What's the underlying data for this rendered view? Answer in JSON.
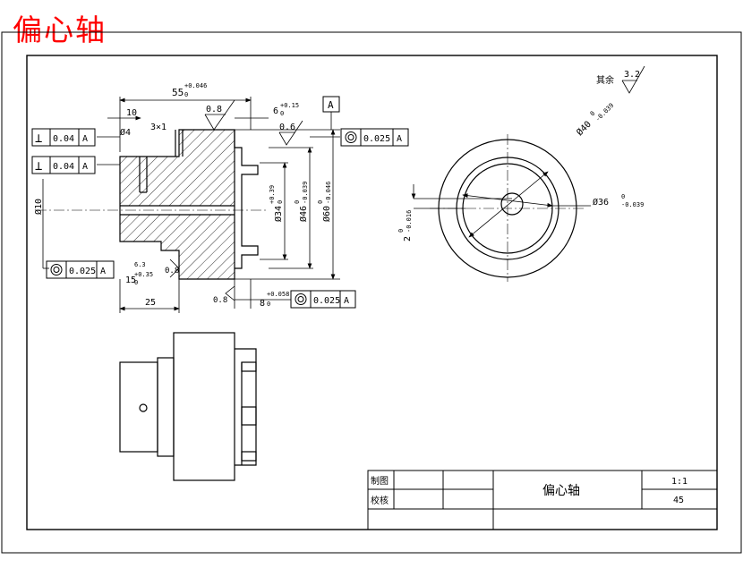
{
  "title": "偏心轴",
  "title_color": "#ff0000",
  "surface_finish": {
    "others_label": "其余",
    "others_value": "3.2",
    "face_top": "0.8",
    "face_right_top": "0.6",
    "face_bottom_left": "0.8",
    "face_bottom": "0.8"
  },
  "dimensions": {
    "overall_length": "55",
    "overall_length_tol": "+0.046",
    "overall_length_tol_low": "0",
    "left_step": "10",
    "chamfer": "3×1",
    "hole_diam": "Ø4",
    "slot_width": "6",
    "slot_width_tol": "+0.15",
    "slot_width_tol_low": "0",
    "bore_diam": "Ø10",
    "d34": "Ø34",
    "d34_tol": "+0.39",
    "d34_tol_low": "0",
    "d46": "Ø46",
    "d46_tol": "-0.039",
    "d46_tol_high": "0",
    "d60": "Ø60",
    "d60_tol": "-0.046",
    "d60_tol_high": "0",
    "step15": "15",
    "step15_tol": "+0.35",
    "step15_tol_low": "0",
    "step25": "25",
    "groove8": "8",
    "groove8_tol": "+0.058",
    "groove8_tol_low": "0",
    "d40": "Ø40",
    "d40_tol": "-0.039",
    "d40_tol_high": "0",
    "d36": "Ø36",
    "d36_tol": "-0.039",
    "d36_tol_high": "0",
    "eccentric": "2",
    "eccentric_tol": "-0.016",
    "eccentric_tol_high": "0",
    "step_small": "6.3"
  },
  "tolerances": {
    "perp1_symbol": "⊥",
    "perp1_value": "0.04",
    "perp1_datum": "A",
    "perp2_symbol": "⊥",
    "perp2_value": "0.04",
    "perp2_datum": "A",
    "conc1_value": "0.025",
    "conc1_datum": "A",
    "conc2_value": "0.025",
    "conc2_datum": "A",
    "conc3_value": "0.025",
    "conc3_datum": "A",
    "datum_label": "A"
  },
  "title_block": {
    "drawn_label": "制图",
    "checked_label": "校核",
    "part_name": "偏心轴",
    "scale": "1:1",
    "material": "45"
  }
}
